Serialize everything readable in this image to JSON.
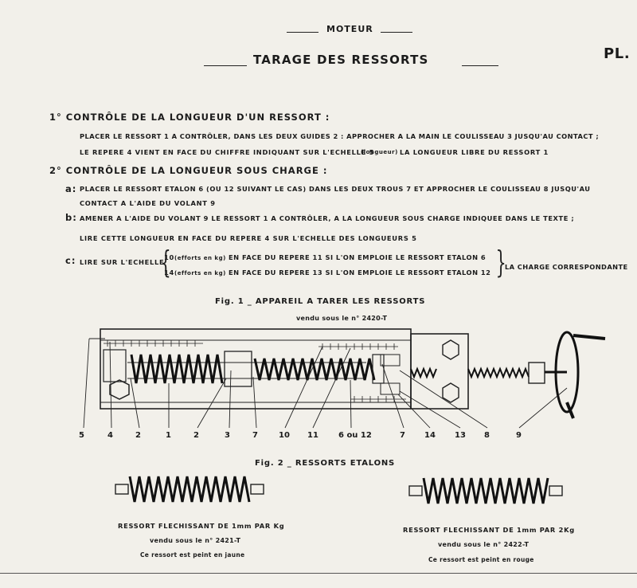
{
  "header": {
    "section": "MOTEUR",
    "title": "TARAGE DES RESSORTS",
    "plate": "PL."
  },
  "section1": {
    "heading": "1° CONTRÔLE DE LA LONGUEUR D'UN RESSORT :",
    "line1": "PLACER LE RESSORT 1 A CONTRÔLER, DANS LES DEUX GUIDES 2 : APPROCHER A LA MAIN LE COULISSEAU 3 JUSQU'AU CONTACT ;",
    "line2a": "LE REPERE 4 VIENT EN FACE DU CHIFFRE INDIQUANT SUR L'ECHELLE 5",
    "line2b": "(longueur)",
    "line2c": "LA LONGUEUR LIBRE DU RESSORT 1"
  },
  "section2": {
    "heading": "2° CONTRÔLE DE LA LONGUEUR SOUS CHARGE :",
    "a_label": "a:",
    "a_line1": "PLACER LE RESSORT ETALON 6 (OU 12 SUIVANT LE CAS) DANS LES DEUX TROUS 7 ET APPROCHER LE COULISSEAU 8 JUSQU'AU",
    "a_line2": "CONTACT A L'AIDE DU VOLANT 9",
    "b_label": "b:",
    "b_line1": "AMENER A L'AIDE DU VOLANT 9 LE RESSORT 1 A CONTRÔLER, A LA LONGUEUR SOUS CHARGE INDIQUEE DANS LE TEXTE ;",
    "b_line2": "LIRE CETTE LONGUEUR EN FACE DU REPERE 4 SUR L'ECHELLE DES LONGUEURS 5",
    "c_label": "c:",
    "c_intro": "LIRE SUR L'ECHELLE",
    "c_row1_num": "10",
    "c_row1_unit": "(efforts en kg)",
    "c_row1_text": "EN FACE DU REPERE 11 SI L'ON EMPLOIE LE RESSORT ETALON 6",
    "c_row2_num": "14",
    "c_row2_unit": "(efforts en kg)",
    "c_row2_text": "EN FACE DU REPERE 13 SI L'ON EMPLOIE LE RESSORT ETALON 12",
    "c_result": "LA CHARGE CORRESPONDANTE"
  },
  "fig1": {
    "caption": "Fig. 1 _ APPAREIL A TARER LES RESSORTS",
    "sub": "vendu sous le n° 2420-T",
    "labels": [
      "5",
      "4",
      "2",
      "1",
      "2",
      "3",
      "7",
      "10",
      "11",
      "6 ou 12",
      "7",
      "14",
      "13",
      "8",
      "9"
    ]
  },
  "fig2": {
    "caption": "Fig. 2 _ RESSORTS ETALONS",
    "left": {
      "line1": "RESSORT FLECHISSANT DE 1mm PAR Kg",
      "line2": "vendu sous le n° 2421-T",
      "line3": "Ce ressort est peint en jaune"
    },
    "right": {
      "line1": "RESSORT FLECHISSANT DE 1mm PAR 2Kg",
      "line2": "vendu sous le n° 2422-T",
      "line3": "Ce ressort est peint en rouge"
    }
  }
}
